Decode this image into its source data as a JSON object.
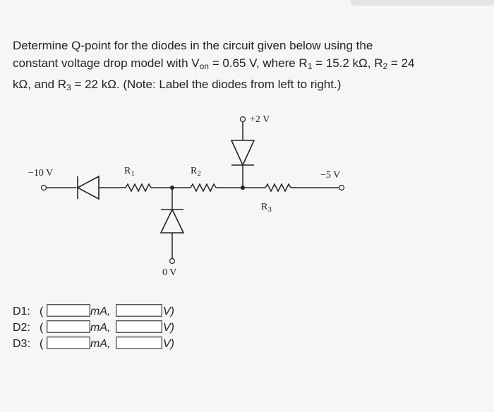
{
  "question": {
    "line1": "Determine Q-point for the diodes in the circuit given below using the",
    "line2_pre": "constant voltage drop model with V",
    "line2_sub": "on",
    "line2_mid": " = 0.65 V, where R",
    "line2_r1_sub": "1",
    "line2_r1_val": " = 15.2 kΩ, R",
    "line2_r2_sub": "2",
    "line2_r2_val": " = 24",
    "line3_pre": "kΩ, and R",
    "line3_r3_sub": "3",
    "line3_post": " = 22 kΩ. (Note: Label the diodes from left to right.)"
  },
  "circuit": {
    "plus2": "+2 V",
    "minus10": "−10 V",
    "minus5": "−5 V",
    "zero": "0 V",
    "r1": "R",
    "r1_sub": "1",
    "r2": "R",
    "r2_sub": "2",
    "r3": "R",
    "r3_sub": "3"
  },
  "answers": [
    {
      "label": "D1:",
      "paren": "(",
      "current_value": "",
      "current_unit": "mA,",
      "voltage_value": "",
      "voltage_unit": "V)"
    },
    {
      "label": "D2:",
      "paren": "(",
      "current_value": "",
      "current_unit": "mA,",
      "voltage_value": "",
      "voltage_unit": "V)"
    },
    {
      "label": "D3:",
      "paren": "(",
      "current_value": "",
      "current_unit": "mA,",
      "voltage_value": "",
      "voltage_unit": "V)"
    }
  ]
}
